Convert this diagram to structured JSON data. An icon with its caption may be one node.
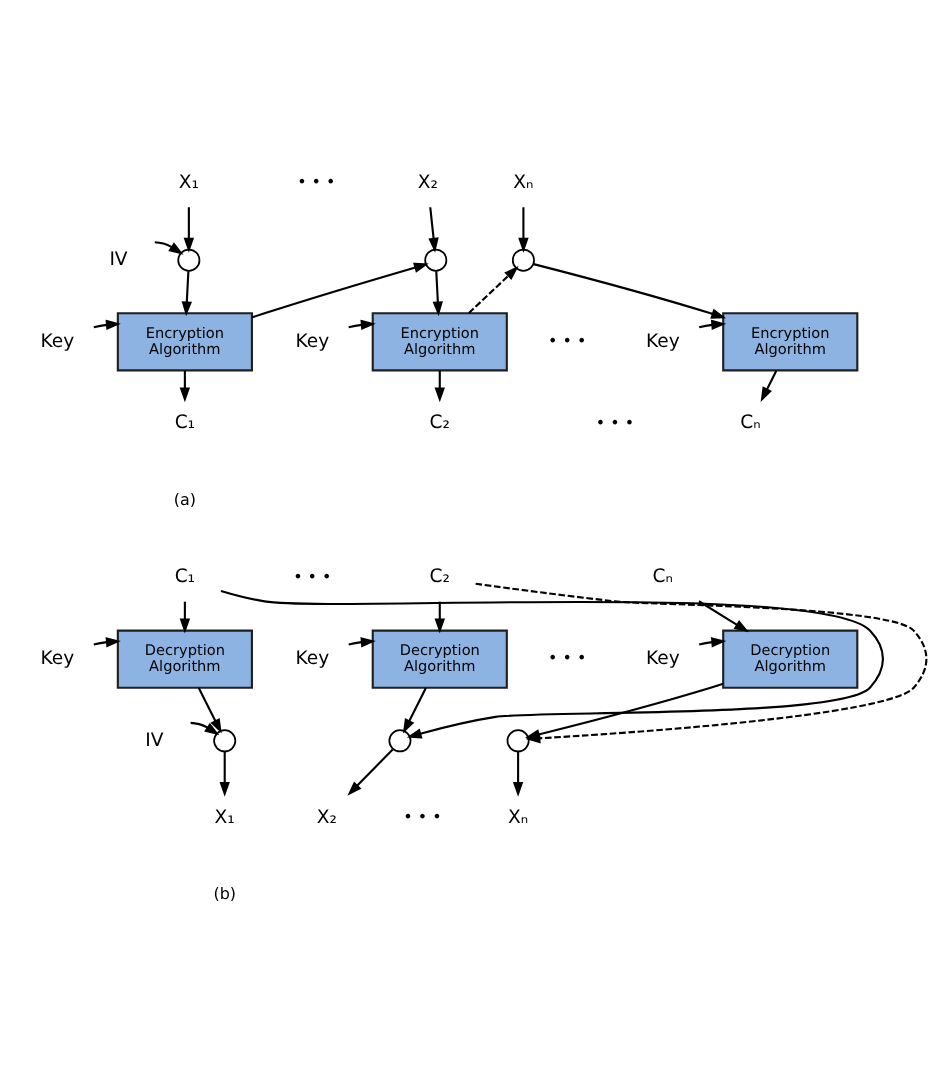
{
  "diagram": {
    "nodes": [
      {
        "text": [
          "X₁"
        ]
      },
      {
        "text": [
          "IV"
        ]
      },
      {
        "text": [],
        "shape": "circle"
      },
      {
        "text": [
          "Key"
        ]
      },
      {
        "text": [
          "Encryption Algorithm"
        ]
      },
      {
        "text": [
          "C₁"
        ]
      },
      {
        "text": [
          "X₂"
        ]
      },
      {
        "text": [],
        "shape": "circle"
      },
      {
        "text": [
          "Key"
        ]
      },
      {
        "text": [
          "Encryption Algorithm"
        ]
      },
      {
        "text": [
          "C₂"
        ]
      },
      {
        "text": [
          "Xₙ"
        ]
      },
      {
        "text": [],
        "shape": "circle"
      },
      {
        "text": [
          "Key"
        ]
      },
      {
        "text": [
          "Encryption Algorithm"
        ]
      },
      {
        "text": [
          "Cₙ"
        ]
      },
      {
        "text": [
          "C₁"
        ]
      },
      {
        "text": [
          "Key"
        ]
      },
      {
        "text": [
          "Decryption Algorithm"
        ]
      },
      {
        "text": [
          "IV"
        ]
      },
      {
        "text": [],
        "shape": "circle"
      },
      {
        "text": [
          "X₁"
        ]
      },
      {
        "text": [
          "C₂"
        ]
      },
      {
        "text": [
          "Key"
        ]
      },
      {
        "text": [
          "Decryption Algorithm"
        ]
      },
      {
        "text": [],
        "shape": "circle"
      },
      {
        "text": [
          "X₂"
        ]
      },
      {
        "text": [
          "Cₙ"
        ]
      },
      {
        "text": [
          "Key"
        ]
      },
      {
        "text": [
          "Decryption Algorithm"
        ]
      },
      {
        "text": [],
        "shape": "circle"
      },
      {
        "text": [
          "Xₙ"
        ]
      }
    ],
    "edges": [
      {
        "from": 0,
        "to": 2,
        "arrow": "to"
      },
      {
        "from": 1,
        "to": 2,
        "arrow": "to"
      },
      {
        "from": 2,
        "to": 4,
        "arrow": "to"
      },
      {
        "from": 3,
        "to": 4,
        "arrow": "to"
      },
      {
        "from": 4,
        "to": 5,
        "arrow": "to"
      },
      {
        "from": 4,
        "to": 7,
        "arrow": "to"
      },
      {
        "from": 6,
        "to": 7,
        "arrow": "to"
      },
      {
        "from": 7,
        "to": 9,
        "arrow": "to"
      },
      {
        "from": 8,
        "to": 9,
        "arrow": "to"
      },
      {
        "from": 9,
        "to": 10,
        "arrow": "to"
      },
      {
        "from": 9,
        "to": 12,
        "arrow": "to",
        "style": "dashed"
      },
      {
        "from": 11,
        "to": 12,
        "arrow": "to"
      },
      {
        "from": 12,
        "to": 14,
        "arrow": "to"
      },
      {
        "from": 13,
        "to": 14,
        "arrow": "to"
      },
      {
        "from": 14,
        "to": 15,
        "arrow": "to"
      },
      {
        "from": 16,
        "to": 18,
        "arrow": "to"
      },
      {
        "from": 16,
        "to": 25,
        "arrow": "to"
      },
      {
        "from": 17,
        "to": 18,
        "arrow": "to"
      },
      {
        "from": 18,
        "to": 20,
        "arrow": "to"
      },
      {
        "from": 19,
        "to": 20,
        "arrow": "to"
      },
      {
        "from": 20,
        "to": 21,
        "arrow": "to"
      },
      {
        "from": 22,
        "to": 24,
        "arrow": "to"
      },
      {
        "from": 22,
        "to": 30,
        "arrow": "to",
        "style": "dashed"
      },
      {
        "from": 23,
        "to": 24,
        "arrow": "to"
      },
      {
        "from": 24,
        "to": 25,
        "arrow": "to"
      },
      {
        "from": 25,
        "to": 26,
        "arrow": "to"
      },
      {
        "from": 27,
        "to": 29,
        "arrow": "to"
      },
      {
        "from": 28,
        "to": 29,
        "arrow": "to"
      },
      {
        "from": 29,
        "to": 30,
        "arrow": "to"
      },
      {
        "from": 30,
        "to": 31,
        "arrow": "to"
      }
    ],
    "labels": [
      "• • •",
      "• • •",
      "• • •",
      "(a)",
      "• • •",
      "• • •",
      "• • •",
      "(b)"
    ]
  }
}
